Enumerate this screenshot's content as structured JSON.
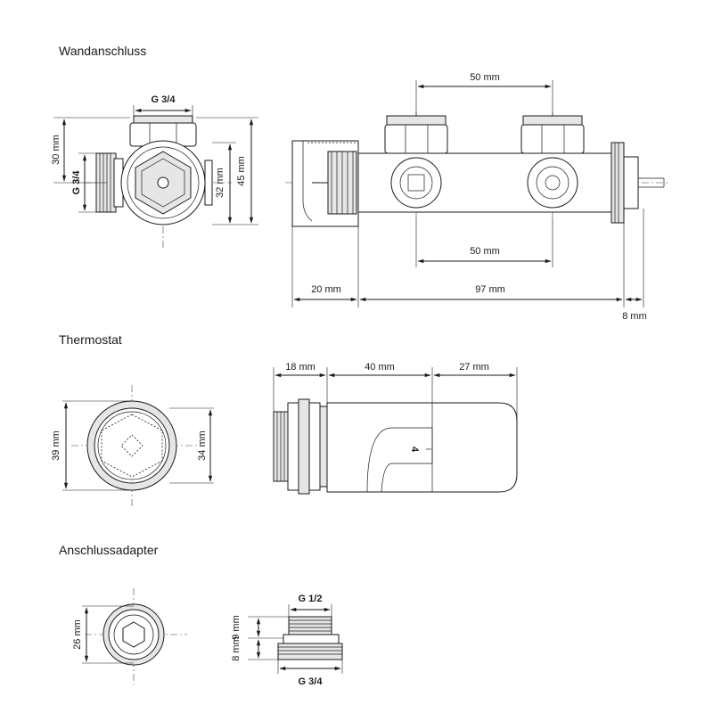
{
  "sections": {
    "wall_connection": {
      "title": "Wandanschluss",
      "dims": {
        "thread_top": "G 3/4",
        "thread_side": "G 3/4",
        "h30": "30 mm",
        "h32": "32 mm",
        "h45": "45 mm",
        "spacing_top": "50 mm",
        "spacing_bottom": "50 mm",
        "w20": "20 mm",
        "w97": "97 mm",
        "w8": "8 mm"
      }
    },
    "thermostat": {
      "title": "Thermostat",
      "dims": {
        "d39": "39 mm",
        "d34": "34 mm",
        "l18": "18 mm",
        "l40": "40 mm",
        "l27": "27 mm"
      },
      "scale_mark": "4"
    },
    "adapter": {
      "title": "Anschlussadapter",
      "dims": {
        "d26": "26 mm",
        "h8": "8 mm",
        "h9": "9 mm",
        "thread_top": "G 1/2",
        "thread_bottom": "G 3/4"
      }
    }
  }
}
